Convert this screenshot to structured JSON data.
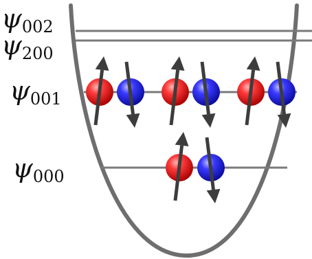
{
  "diagram": {
    "colors": {
      "well": "#6e6e6e",
      "level_line": "#7a7a7a",
      "spin_up_particle": "#e31b23",
      "spin_down_particle": "#1f26d6",
      "arrow": "#3d3d3d"
    },
    "levels": [
      {
        "id": "psi002",
        "symbol": "ψ",
        "subscript": "002",
        "particles": []
      },
      {
        "id": "psi200",
        "symbol": "ψ",
        "subscript": "200",
        "particles": []
      },
      {
        "id": "psi001",
        "symbol": "ψ",
        "subscript": "001",
        "particles": [
          {
            "color": "spin_up_particle",
            "spin": "up"
          },
          {
            "color": "spin_down_particle",
            "spin": "down"
          },
          {
            "color": "spin_up_particle",
            "spin": "up"
          },
          {
            "color": "spin_down_particle",
            "spin": "down"
          },
          {
            "color": "spin_up_particle",
            "spin": "up"
          },
          {
            "color": "spin_down_particle",
            "spin": "down"
          }
        ]
      },
      {
        "id": "psi000",
        "symbol": "ψ",
        "subscript": "000",
        "particles": [
          {
            "color": "spin_up_particle",
            "spin": "up"
          },
          {
            "color": "spin_down_particle",
            "spin": "down"
          }
        ]
      }
    ]
  }
}
